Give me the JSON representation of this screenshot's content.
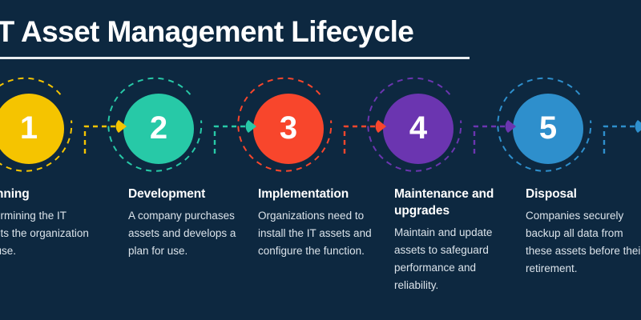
{
  "title": "IT Asset Management Lifecycle",
  "colors": {
    "background": "#0d2840",
    "title_text": "#ffffff",
    "title_rule": "#e9edf1",
    "body_text": "#dbe3ea"
  },
  "steps": [
    {
      "number": "1",
      "heading": "Planning",
      "body": "Determining the IT assets the organization will use.",
      "color": "#f5c400"
    },
    {
      "number": "2",
      "heading": "Development",
      "body": "A company purchases assets and develops a plan for use.",
      "color": "#27c9a7"
    },
    {
      "number": "3",
      "heading": "Implementation",
      "body": "Organizations need to install the IT assets and configure the function.",
      "color": "#f8462c"
    },
    {
      "number": "4",
      "heading": "Maintenance and upgrades",
      "body": "Maintain and update assets to safeguard performance and reliability.",
      "color": "#6b35b0"
    },
    {
      "number": "5",
      "heading": "Disposal",
      "body": "Companies securely backup all data from these assets before their retirement.",
      "color": "#2e8fcc"
    }
  ]
}
